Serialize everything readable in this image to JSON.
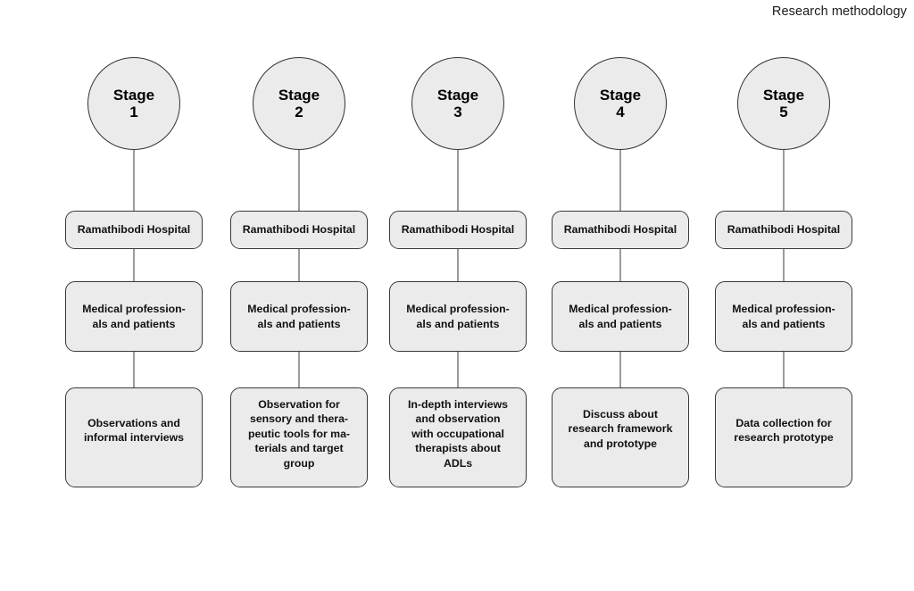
{
  "title": "Research methodology",
  "theme": {
    "background": "#ffffff",
    "node_fill": "#ebebeb",
    "node_stroke": "#3a3a3a",
    "text_color": "#111111",
    "title_color": "#1a1a1a"
  },
  "diagram": {
    "type": "flowchart",
    "orientation": "five parallel vertical stage columns",
    "columns": [
      {
        "circle_word": "Stage",
        "circle_number": "1",
        "hospital": "Ramathibodi Hospital",
        "participants": "Medical profession-\nals and patients",
        "activity": "Observations and\ninformal interviews",
        "activity_lines": 2
      },
      {
        "circle_word": "Stage",
        "circle_number": "2",
        "hospital": "Ramathibodi Hospital",
        "participants": "Medical profession-\nals and patients",
        "activity": "Observation for\nsensory and thera-\npeutic tools for ma-\nterials and target\ngroup",
        "activity_lines": 5
      },
      {
        "circle_word": "Stage",
        "circle_number": "3",
        "hospital": "Ramathibodi Hospital",
        "participants": "Medical profession-\nals and patients",
        "activity": "In-depth interviews\nand observation\nwith occupational\ntherapists about\nADLs",
        "activity_lines": 5
      },
      {
        "circle_word": "Stage",
        "circle_number": "4",
        "hospital": "Ramathibodi Hospital",
        "participants": "Medical profession-\nals and patients",
        "activity": "Discuss about\nresearch framework\nand prototype",
        "activity_lines": 3
      },
      {
        "circle_word": "Stage",
        "circle_number": "5",
        "hospital": "Ramathibodi Hospital",
        "participants": "Medical profession-\nals and patients",
        "activity": "Data collection for\nresearch prototype",
        "activity_lines": 2
      }
    ]
  }
}
